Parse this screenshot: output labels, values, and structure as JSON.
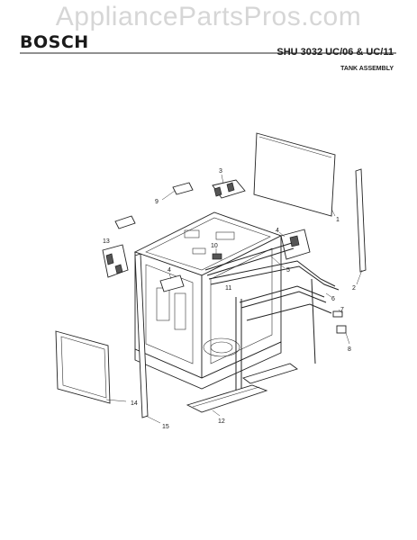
{
  "watermark": "AppliancePartsPros.com",
  "header": {
    "brand": "BOSCH",
    "model": "SHU 3032 UC/06 & UC/11",
    "section": "TANK ASSEMBLY"
  },
  "callouts": [
    "1",
    "2",
    "3",
    "4",
    "4",
    "5",
    "6",
    "7",
    "8",
    "9",
    "10",
    "11",
    "12",
    "13",
    "14",
    "15"
  ]
}
